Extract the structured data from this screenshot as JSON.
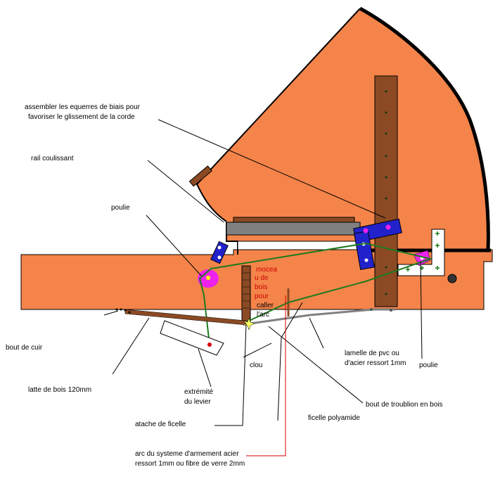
{
  "labels": {
    "assembler_line1": "assembler les equerres de biais pour",
    "assembler_line2": "favoriser le glissement de la corde",
    "rail": "rail coulissant",
    "poulie_left": "poulie",
    "mocea_1": "mocea",
    "mocea_2": "u de",
    "mocea_3": "bois",
    "mocea_4": "pour",
    "mocea_5": "caller",
    "mocea_6": "l'arc",
    "bout_cuir": "bout de cuir",
    "clou": "clou",
    "latte": "latte de bois 120mm",
    "extremite_1": "extrémité",
    "extremite_2": "du levier",
    "lamelle_1": "lamelle de pvc ou",
    "lamelle_2": "d'acier ressort 1mm",
    "poulie_right": "poulie",
    "troublion": "bout de troublion en bois",
    "ficelle_poly": "ficelle polyamide",
    "attache": "atache de ficelle",
    "arc_1": "arc du systeme d'armement acier",
    "arc_2": "ressort 1mm ou fibre de verre 2mm"
  },
  "colors": {
    "body": "#f4844a",
    "wood": "#8b4a24",
    "blue": "#2222cc",
    "magenta": "#ee22ee",
    "grey": "#808080",
    "green": "#1e7a1e",
    "red": "#dd0000"
  }
}
